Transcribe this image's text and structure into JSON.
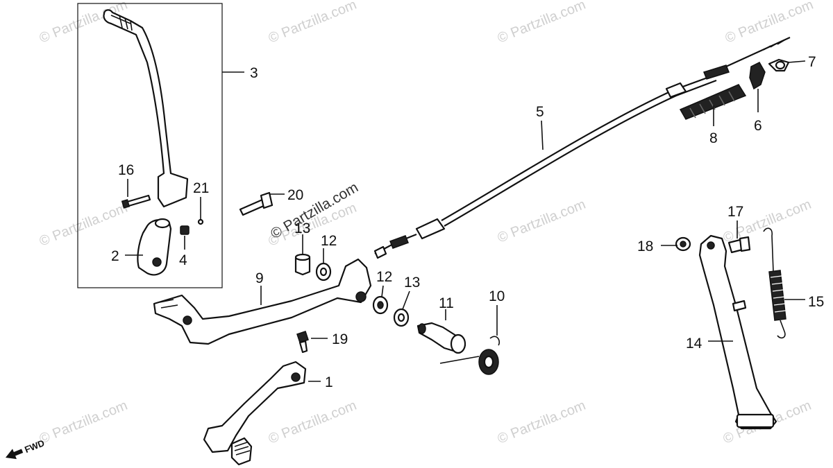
{
  "watermarks": [
    "© Partzilla.com",
    "© Partzilla.com",
    "© Partzilla.com",
    "© Partzilla.com",
    "© Partzilla.com",
    "© Partzilla.com",
    "© Partzilla.com",
    "© Partzilla.com",
    "© Partzilla.com",
    "© Partzilla.com",
    "© Partzilla.com",
    "© Partzilla.com",
    "© Partzilla.com"
  ],
  "callouts": {
    "p1": "1",
    "p2": "2",
    "p3": "3",
    "p4": "4",
    "p5": "5",
    "p6": "6",
    "p7": "7",
    "p8": "8",
    "p9": "9",
    "p10": "10",
    "p11": "11",
    "p12a": "12",
    "p12b": "12",
    "p13a": "13",
    "p13b": "13",
    "p14": "14",
    "p15": "15",
    "p16": "16",
    "p17": "17",
    "p18": "18",
    "p19": "19",
    "p20": "20",
    "p21": "21"
  },
  "fwd_label": "FWD"
}
